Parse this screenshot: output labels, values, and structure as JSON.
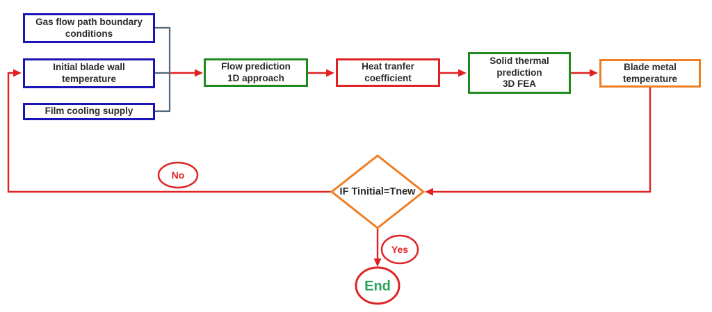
{
  "colors": {
    "blue": "#1b14b4",
    "green": "#1f8b1f",
    "red": "#e02222",
    "orange": "#ef7d22",
    "connector": "#52677a",
    "end_green": "#27a35c",
    "text": "#2b2b2b"
  },
  "flowchart": {
    "input_boxes": [
      {
        "id": "gas-flow-path",
        "label": [
          "Gas flow path boundary",
          "conditions"
        ]
      },
      {
        "id": "initial-blade-wall",
        "label": [
          "Initial blade wall",
          "temperature"
        ]
      },
      {
        "id": "film-cooling-supply",
        "label": [
          "Film cooling supply"
        ]
      }
    ],
    "process_boxes": [
      {
        "id": "flow-prediction",
        "label": [
          "Flow prediction",
          "1D approach"
        ]
      },
      {
        "id": "heat-transfer-coefficient",
        "label": [
          "Heat tranfer",
          "coefficient"
        ]
      },
      {
        "id": "solid-thermal-prediction",
        "label": [
          "Solid thermal",
          "prediction",
          "3D FEA"
        ]
      },
      {
        "id": "blade-metal-temperature",
        "label": [
          "Blade metal",
          "temperature"
        ]
      }
    ],
    "decision": {
      "label": "IF Tinitial=Tnew"
    },
    "branch_labels": {
      "no": "No",
      "yes": "Yes"
    },
    "terminal": {
      "label": "End"
    }
  }
}
